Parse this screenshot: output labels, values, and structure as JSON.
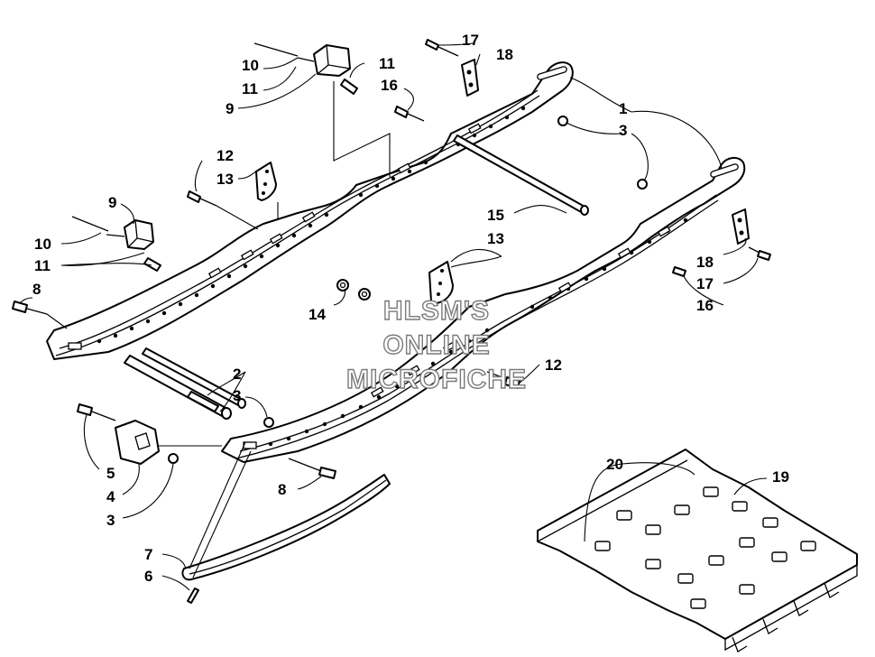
{
  "callouts": {
    "c1": "1",
    "c2": "2",
    "c3a": "3",
    "c3b": "3",
    "c3c": "3",
    "c4": "4",
    "c5": "5",
    "c6": "6",
    "c7": "7",
    "c8a": "8",
    "c8b": "8",
    "c9a": "9",
    "c9b": "9",
    "c10a": "10",
    "c10b": "10",
    "c11a": "11",
    "c11b": "11",
    "c11c": "11",
    "c12a": "12",
    "c12b": "12",
    "c13a": "13",
    "c13b": "13",
    "c14": "14",
    "c15": "15",
    "c16a": "16",
    "c16b": "16",
    "c17a": "17",
    "c17b": "17",
    "c18a": "18",
    "c18b": "18",
    "c19": "19",
    "c20": "20"
  },
  "watermark": {
    "line1": "HLSM'S",
    "line2": "ONLINE",
    "line3": "MICROFICHE"
  }
}
